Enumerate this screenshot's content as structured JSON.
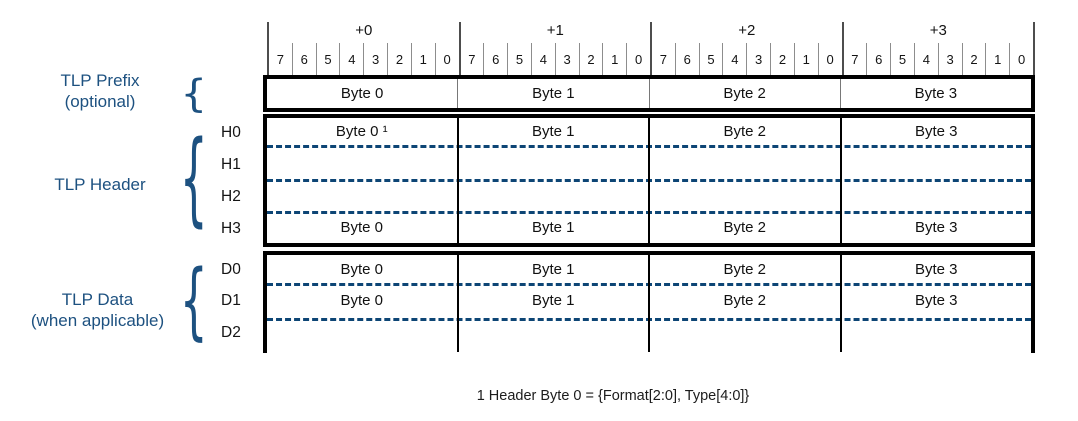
{
  "figure": {
    "title_semantic": "TLP packet structure diagram",
    "colors": {
      "accent_blue": "#1d5180",
      "dash_blue": "#0d4575",
      "grid_black": "#000000",
      "tick_gray": "#8d8d8d"
    },
    "bit_header": {
      "groups": [
        {
          "label": "+0",
          "bits": [
            "7",
            "6",
            "5",
            "4",
            "3",
            "2",
            "1",
            "0"
          ]
        },
        {
          "label": "+1",
          "bits": [
            "7",
            "6",
            "5",
            "4",
            "3",
            "2",
            "1",
            "0"
          ]
        },
        {
          "label": "+2",
          "bits": [
            "7",
            "6",
            "5",
            "4",
            "3",
            "2",
            "1",
            "0"
          ]
        },
        {
          "label": "+3",
          "bits": [
            "7",
            "6",
            "5",
            "4",
            "3",
            "2",
            "1",
            "0"
          ]
        }
      ]
    },
    "prefix": {
      "label_line1": "TLP Prefix",
      "label_line2": "(optional)",
      "cells": [
        "Byte 0",
        "Byte 1",
        "Byte 2",
        "Byte 3"
      ]
    },
    "header": {
      "label": "TLP Header",
      "row_labels": [
        "H0",
        "H1",
        "H2",
        "H3"
      ],
      "rows": [
        [
          "Byte 0 ¹",
          "Byte 1",
          "Byte 2",
          "Byte 3"
        ],
        [
          "",
          "",
          "",
          ""
        ],
        [
          "",
          "",
          "",
          ""
        ],
        [
          "Byte 0",
          "Byte 1",
          "Byte 2",
          "Byte 3"
        ]
      ]
    },
    "data": {
      "label_line1": "TLP Data",
      "label_line2": "(when applicable)",
      "row_labels": [
        "D0",
        "D1",
        "D2"
      ],
      "rows": [
        [
          "Byte 0",
          "Byte 1",
          "Byte 2",
          "Byte 3"
        ],
        [
          "Byte 0",
          "Byte 1",
          "Byte 2",
          "Byte 3"
        ],
        [
          "",
          "",
          "",
          ""
        ]
      ]
    },
    "brace_glyph": "{",
    "footnote": "1 Header Byte 0 = {Format[2:0], Type[4:0]}"
  }
}
